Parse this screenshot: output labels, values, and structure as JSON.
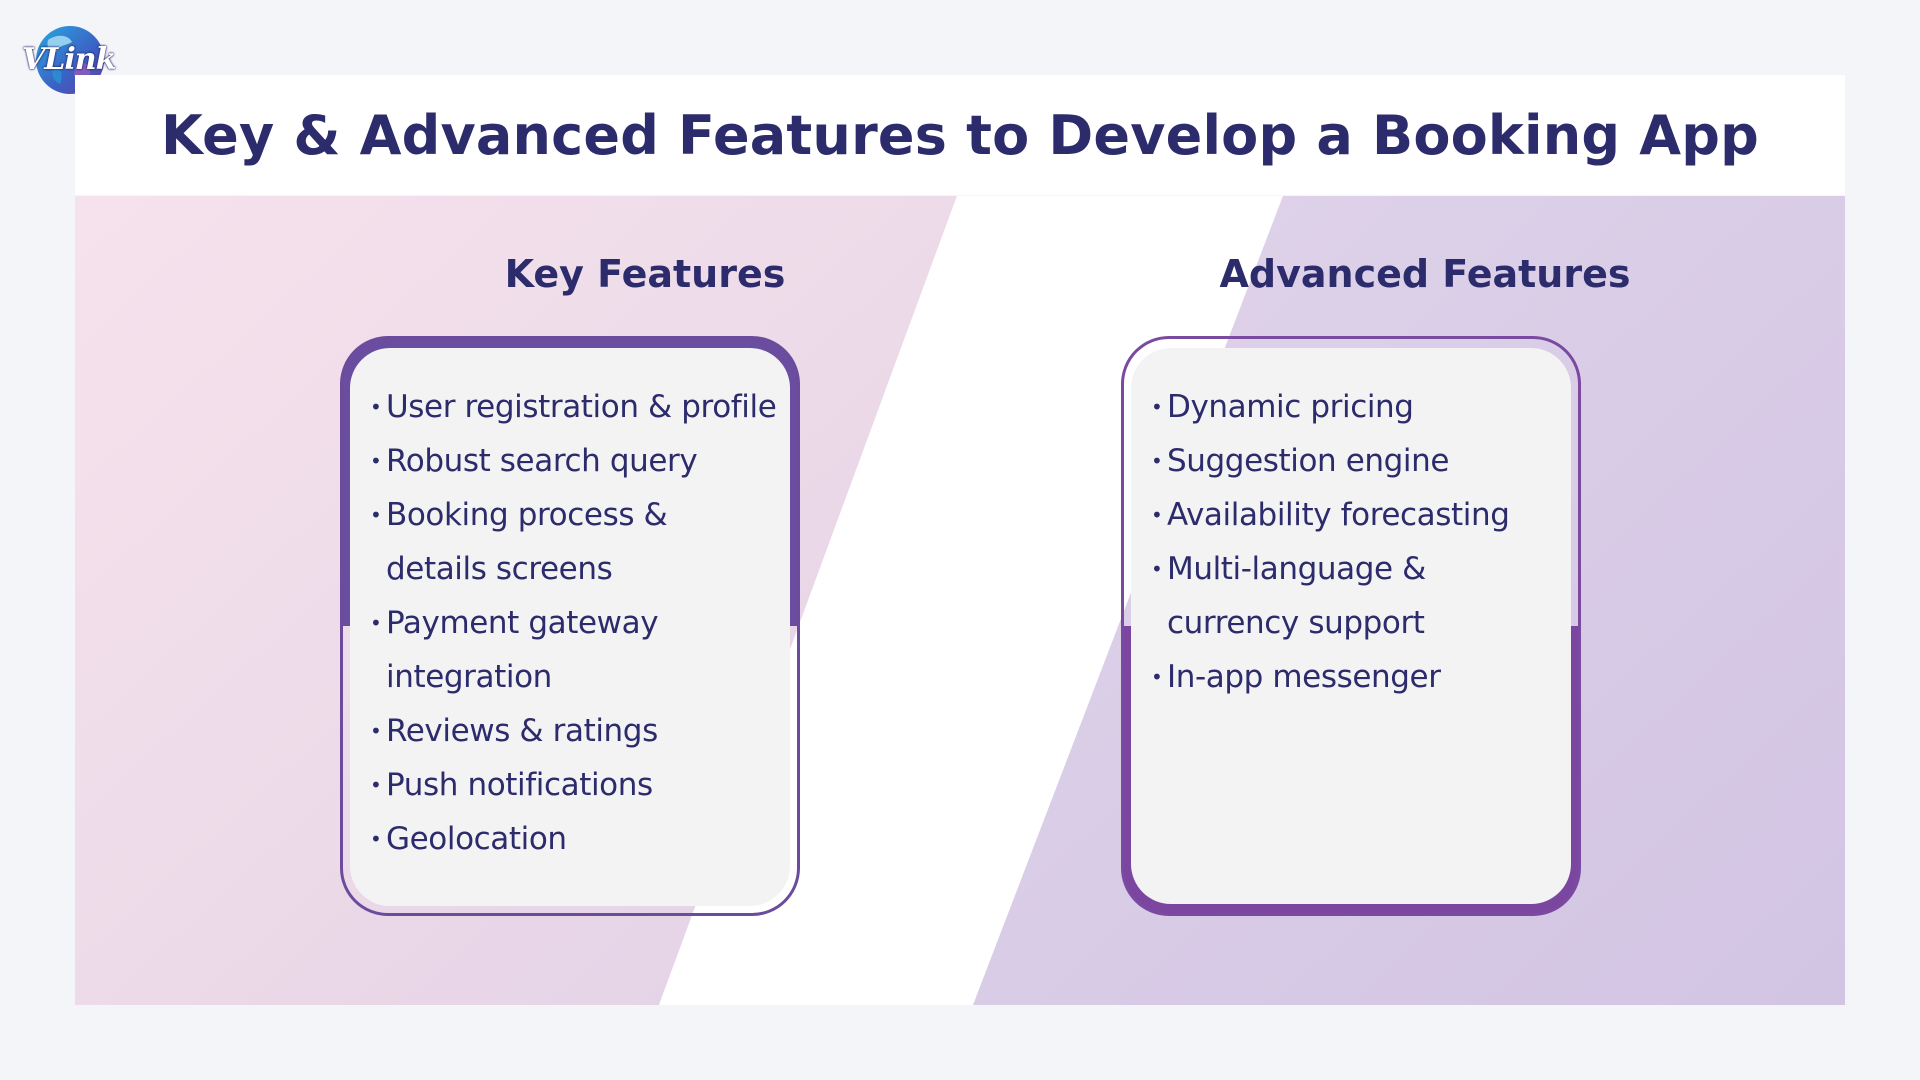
{
  "logo": {
    "text": "VLink",
    "icon": "globe-icon"
  },
  "title": "Key & Advanced Features to Develop a Booking App",
  "sections": [
    {
      "heading": "Key Features",
      "items": [
        "User registration & profile",
        "Robust search query",
        "Booking process & details screens",
        "Payment gateway integration",
        "Reviews & ratings",
        "Push notifications",
        "Geolocation"
      ]
    },
    {
      "heading": "Advanced Features",
      "items": [
        "Dynamic pricing",
        "Suggestion engine",
        "Availability forecasting",
        "Multi-language & currency support",
        "In-app messenger"
      ]
    }
  ],
  "colors": {
    "title": "#2c2b6b",
    "accent_left": "#6a4d9f",
    "accent_right": "#7b46a0",
    "panel_left": "#f3dfea",
    "panel_right": "#d6c9e6",
    "card_fill": "#f3f3f4",
    "page_bg": "#f4f5f9"
  }
}
